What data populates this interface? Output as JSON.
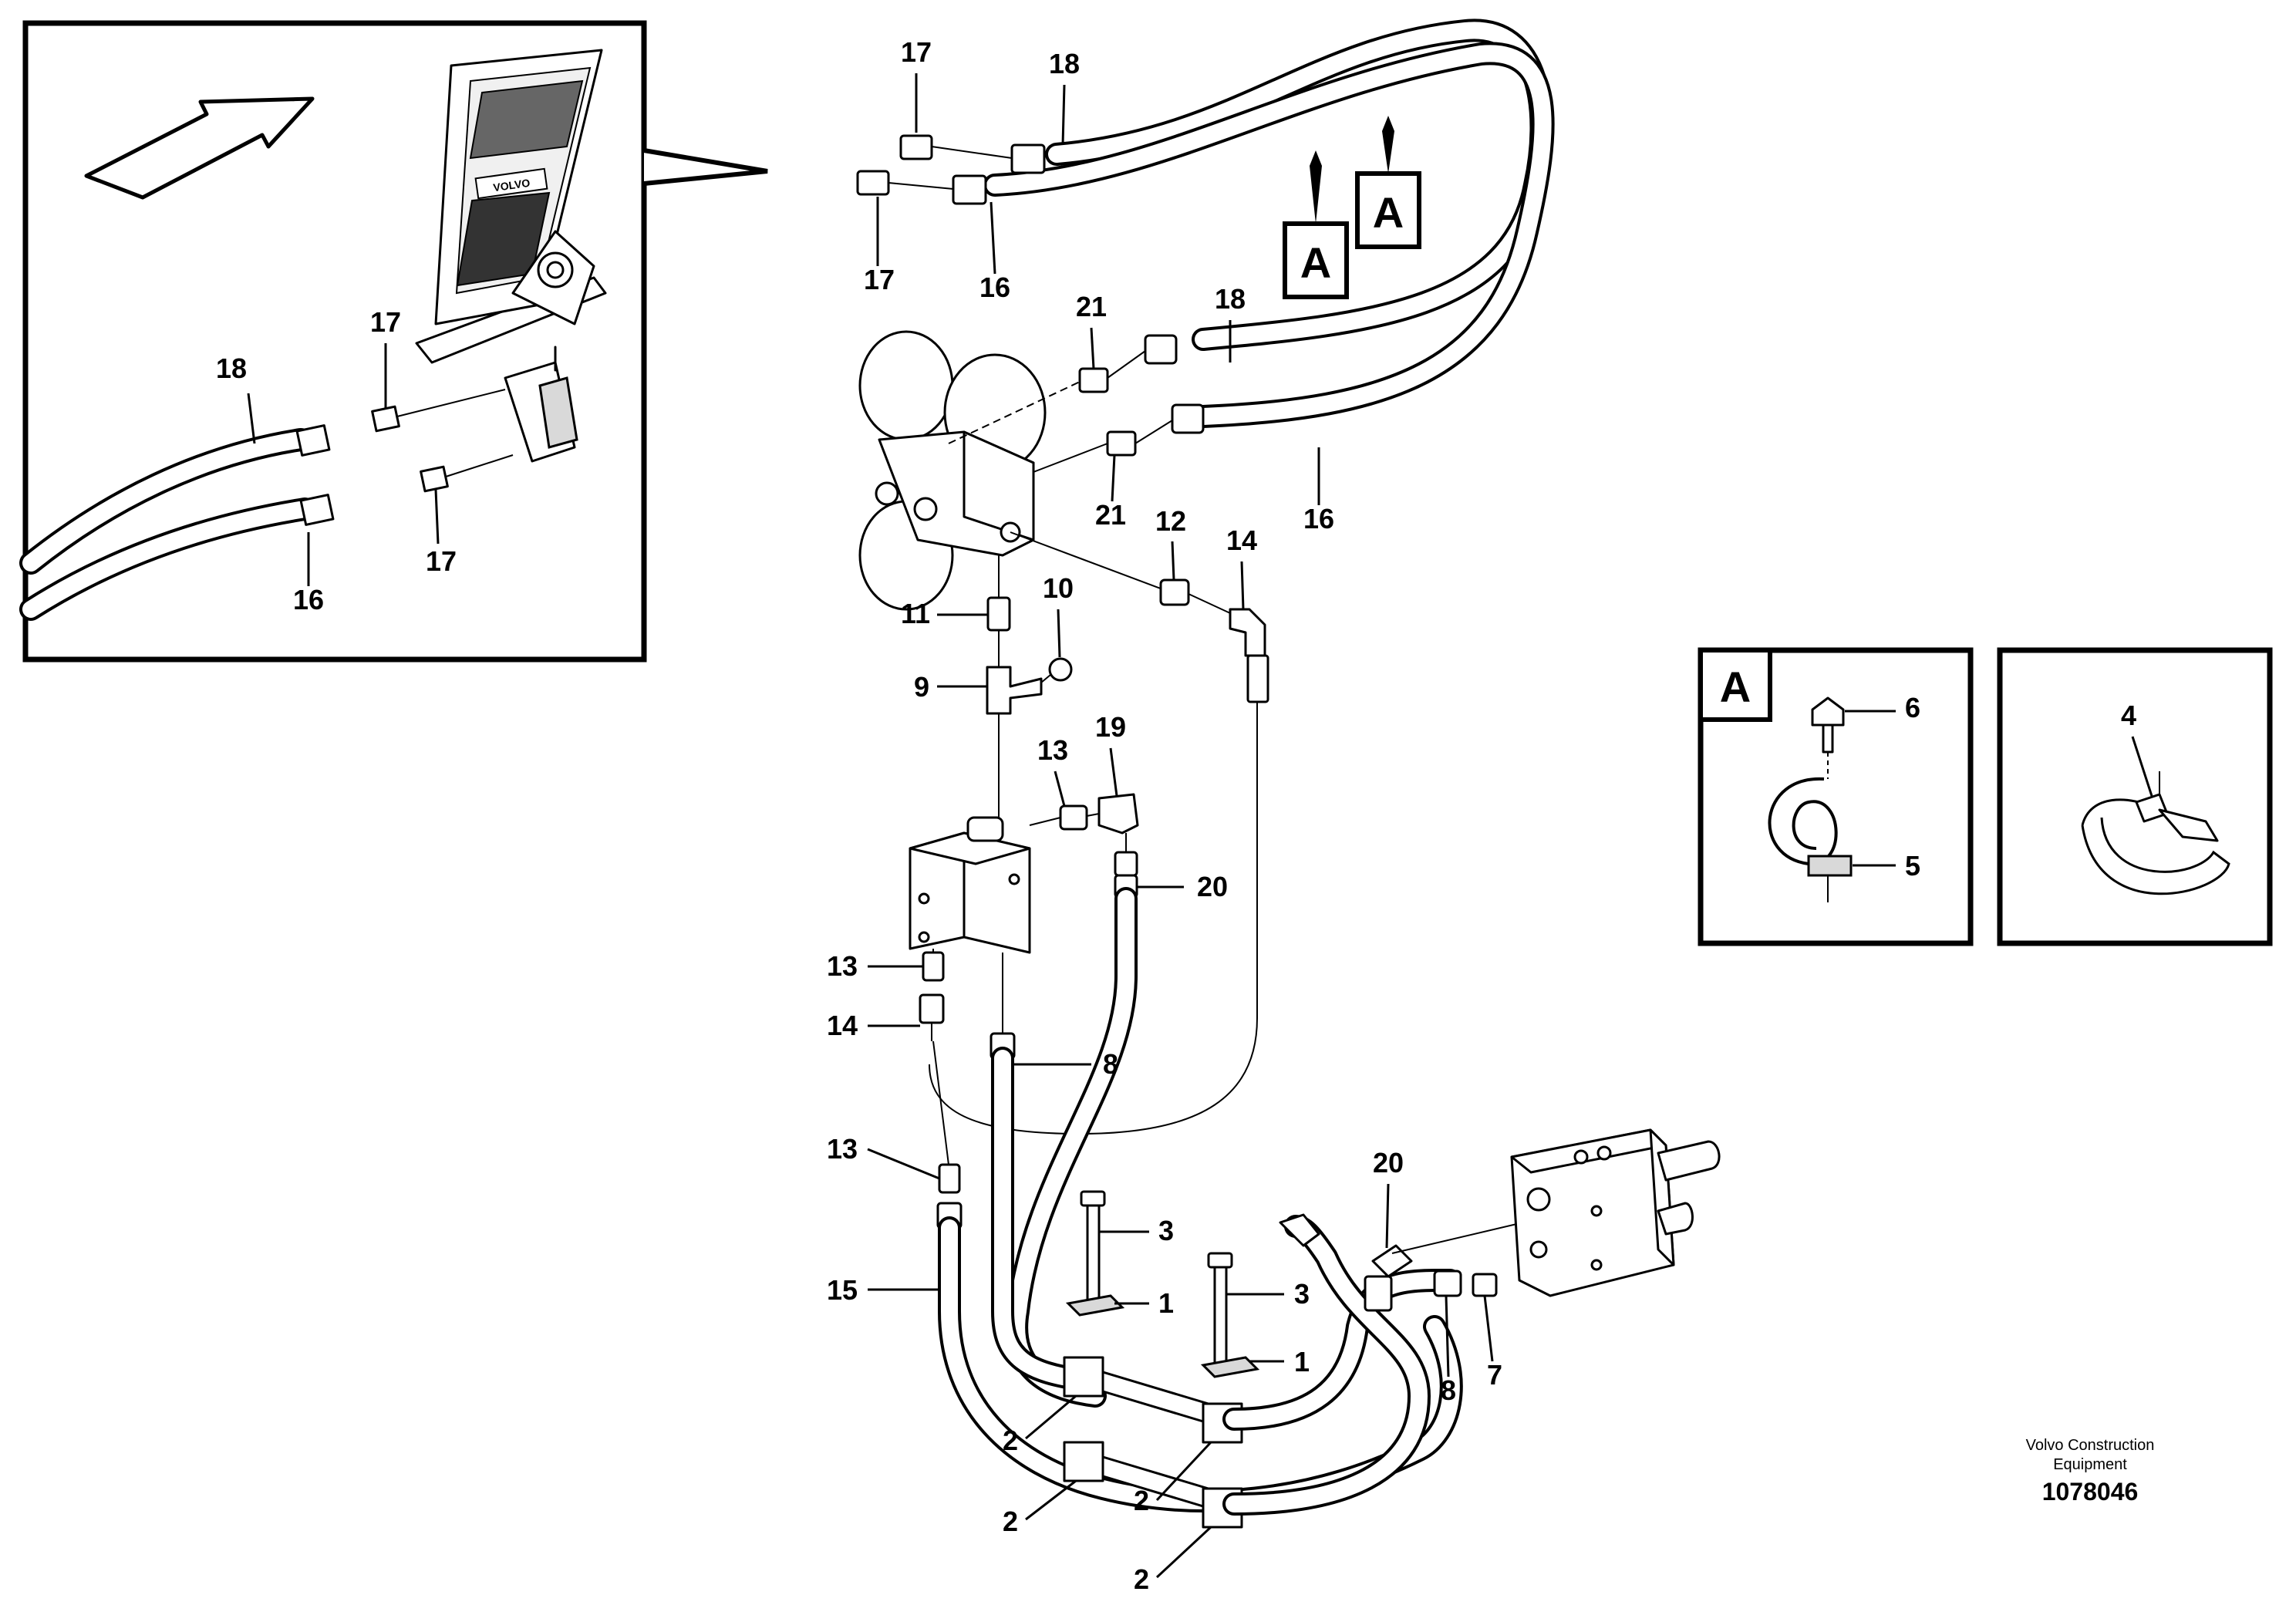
{
  "callouts": {
    "inset_18": "18",
    "inset_17": "17",
    "inset_16": "16",
    "inset_17b": "17",
    "top_17a": "17",
    "top_18a": "18",
    "top_17b": "17",
    "top_16a": "16",
    "c21a": "21",
    "c18b": "18",
    "c21b": "21",
    "c16b": "16",
    "c12": "12",
    "c14a": "14",
    "c11": "11",
    "c10": "10",
    "c9": "9",
    "c13a": "13",
    "c19": "19",
    "c20a": "20",
    "c13b": "13",
    "c14b": "14",
    "c8a": "8",
    "c13c": "13",
    "c3a": "3",
    "c3b": "3",
    "c15": "15",
    "c1a": "1",
    "c1b": "1",
    "c20b": "20",
    "c8b": "8",
    "c7": "7",
    "c2a": "2",
    "c2b": "2",
    "c2c": "2",
    "c2d": "2",
    "c6": "6",
    "c5": "5",
    "c4": "4"
  },
  "section_markers": {
    "marker_1": "A",
    "marker_2": "A",
    "detail_label": "A"
  },
  "pedal_label": "VOLVO",
  "footer": {
    "company_line1": "Volvo Construction",
    "company_line2": "Equipment",
    "drawing_number": "1078046"
  }
}
